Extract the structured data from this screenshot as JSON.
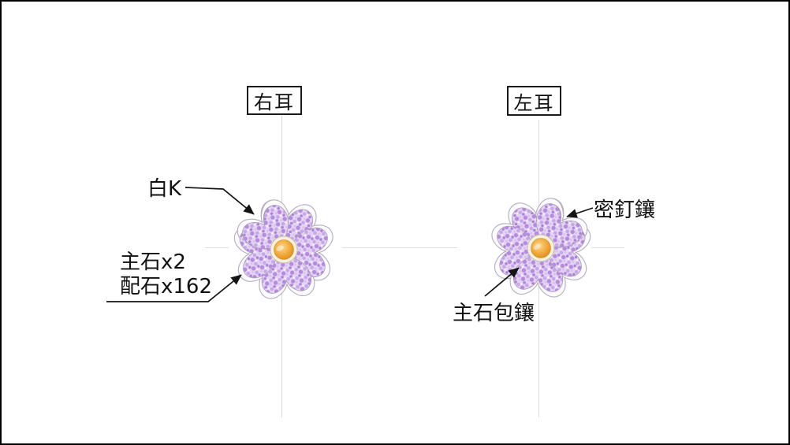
{
  "page": {
    "background": "#ffffff",
    "border_color": "#000000"
  },
  "labels": {
    "right_ear": "右耳",
    "left_ear": "左耳"
  },
  "annotations": {
    "white_k": "白K",
    "main_stone_count": "主石x2",
    "accent_stone_count": "配石x162",
    "pave_setting": "密釘鑲",
    "bezel_setting": "主石包鑲"
  },
  "illustration": {
    "type": "pave flower earring sketch, one per ear, mirrored",
    "petal_count": 5,
    "colors": {
      "petal_base": "#e4d5f3",
      "pave_stone_dark": "#a981d6",
      "pave_stone_mid": "#b68ade",
      "pave_stone_light": "#c9a6ea",
      "pave_stone_pale": "#d7bfef",
      "metal_rim": "#fbfafc",
      "outline": "#b6adc2",
      "center_stone": "#f2a93c",
      "center_stone_light": "#fbd98e",
      "center_stone_dark": "#d9861a",
      "center_bezel": "#f6f1de",
      "guide_line": "#cccccc",
      "leader_line": "#141414"
    }
  }
}
